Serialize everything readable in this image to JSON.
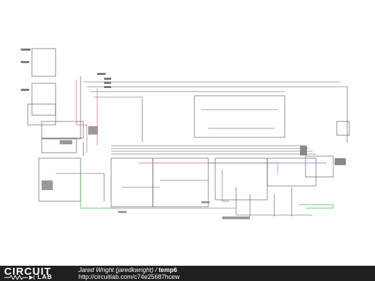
{
  "footer": {
    "logo_top": "CIRCUIT",
    "logo_bottom": "LAB",
    "author": "Jared Wright (jaredkwright)",
    "separator": " / ",
    "title": "temp6",
    "url": "http://circuitlab.com/c74e25687hcew"
  },
  "colors": {
    "wire": "#333333",
    "red_net": "#e05a7a",
    "blue_net": "#5a6fd8",
    "green_net": "#3fae4a",
    "footer_bg": "#1f1f1f"
  }
}
